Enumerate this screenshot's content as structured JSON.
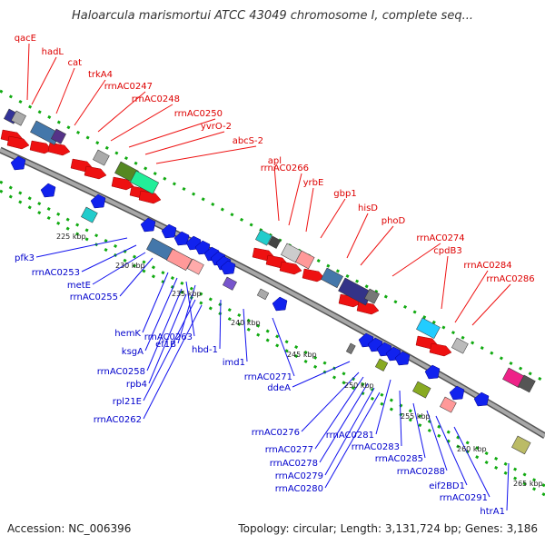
{
  "title": "Haloarcula marismortui ATCC 43049 chromosome I, complete seq...",
  "footer": {
    "accession": "Accession: NC_006396",
    "summary": "Topology: circular; Length: 3,131,724 bp; Genes: 3,186"
  },
  "colors": {
    "forward_label": "#dd0000",
    "reverse_label": "#0000cc",
    "backbone": "#888888",
    "tick": "#11aa11"
  },
  "tick_labels": [
    "225 kbp",
    "230 kbp",
    "235 kbp",
    "240 kbp",
    "245 kbp",
    "250 kbp",
    "255 kbp",
    "260 kbp",
    "265 kbp"
  ],
  "forward_labels": [
    "qacE",
    "hadL",
    "cat",
    "trkA4",
    "rrnAC0247",
    "rrnAC0248",
    "rrnAC0250",
    "yvrO-2",
    "abcS-2",
    "apl",
    "rrnAC0266",
    "yrbE",
    "gbp1",
    "hisD",
    "phoD",
    "rrnAC0274",
    "cpdB3",
    "rrnAC0284",
    "rrnAC0286"
  ],
  "reverse_labels": [
    "pfk3",
    "rrnAC0253",
    "metE",
    "rrnAC0255",
    "hemK",
    "ksgA",
    "rrnAC0263",
    "ef1B",
    "rrnAC0258",
    "rpb4",
    "rpl21E",
    "rrnAC0262",
    "hbd-1",
    "imd1",
    "rrnAC0271",
    "ddeA",
    "rrnAC0276",
    "rrnAC0277",
    "rrnAC0278",
    "rrnAC0279",
    "rrnAC0280",
    "rrnAC0281",
    "rrnAC0283",
    "rrnAC0285",
    "rrnAC0288",
    "eif2BD1",
    "rrnAC0291",
    "htrA1"
  ]
}
